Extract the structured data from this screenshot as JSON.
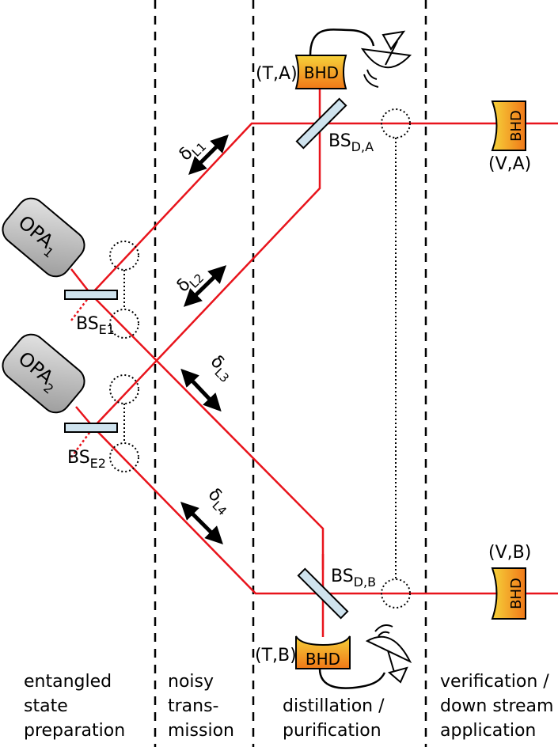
{
  "components": {
    "opa1": {
      "base": "OPA",
      "sub": "1"
    },
    "opa2": {
      "base": "OPA",
      "sub": "2"
    },
    "bs_e1": {
      "base": "BS",
      "sub": "E1"
    },
    "bs_e2": {
      "base": "BS",
      "sub": "E2"
    },
    "bs_da": {
      "base": "BS",
      "sub": "D,A"
    },
    "bs_db": {
      "base": "BS",
      "sub": "D,B"
    },
    "bhd_label": "BHD"
  },
  "detectors": {
    "ta": "(T,A)",
    "tb": "(T,B)",
    "va": "(V,A)",
    "vb": "(V,B)"
  },
  "delays": {
    "l1": {
      "base": "δ",
      "sub": "L1"
    },
    "l2": {
      "base": "δ",
      "sub": "L2"
    },
    "l3": {
      "base": "δ",
      "sub": "L3"
    },
    "l4": {
      "base": "δ",
      "sub": "L4"
    }
  },
  "sections": [
    {
      "lines": [
        "entangled",
        "state",
        "preparation"
      ]
    },
    {
      "lines": [
        "noisy",
        "trans-",
        "mission"
      ]
    },
    {
      "lines": [
        "distillation /",
        "purification"
      ]
    },
    {
      "lines": [
        "verification /",
        "down stream",
        "application"
      ]
    }
  ],
  "colors": {
    "beam": "#e8141c",
    "opa_fill": "#b8b8b8",
    "bs_fill": "#cfe3ee",
    "bhd_fill": "#f4a020"
  }
}
